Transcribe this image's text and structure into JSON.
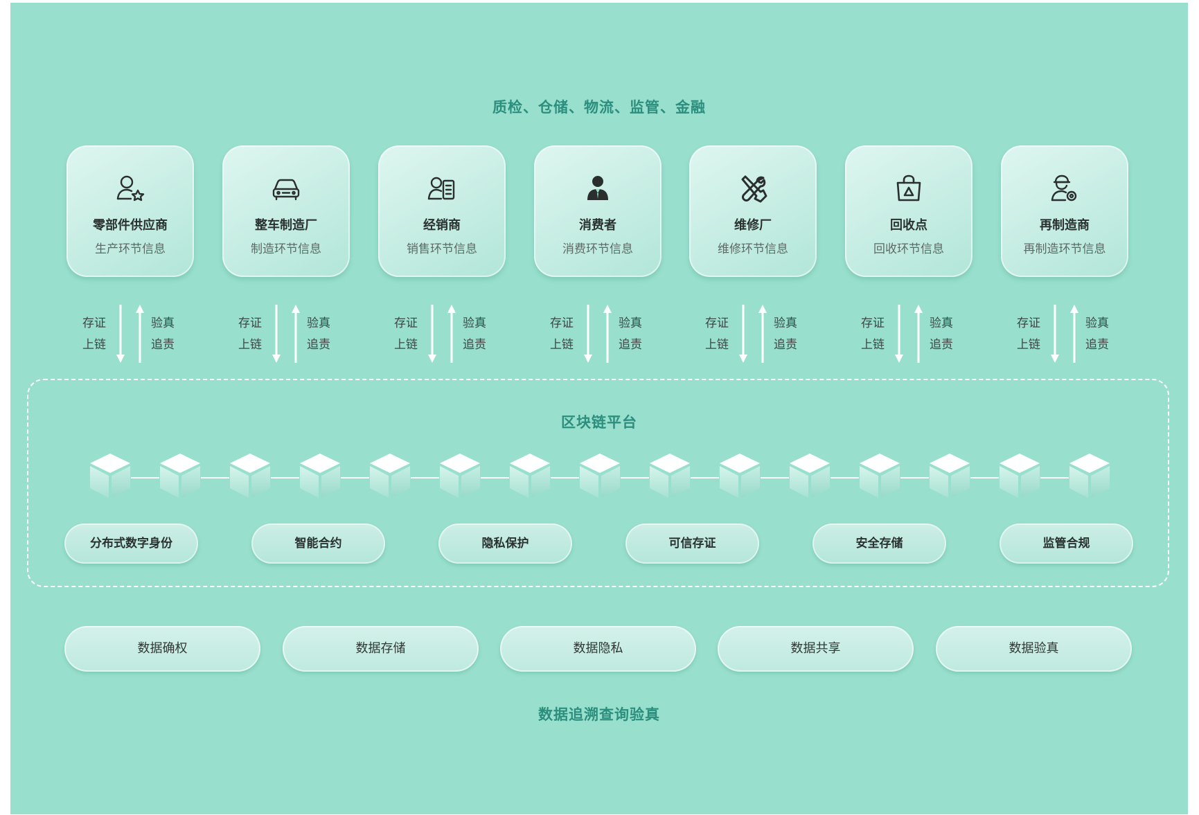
{
  "top_title": "质检、仓储、物流、监管、金融",
  "nodes": [
    {
      "name": "零部件供应商",
      "desc": "生产环节信息",
      "icon": "supplier-icon"
    },
    {
      "name": "整车制造厂",
      "desc": "制造环节信息",
      "icon": "car-icon"
    },
    {
      "name": "经销商",
      "desc": "销售环节信息",
      "icon": "dealer-icon"
    },
    {
      "name": "消费者",
      "desc": "消费环节信息",
      "icon": "consumer-icon"
    },
    {
      "name": "维修厂",
      "desc": "维修环节信息",
      "icon": "tools-icon"
    },
    {
      "name": "回收点",
      "desc": "回收环节信息",
      "icon": "recycle-bag-icon"
    },
    {
      "name": "再制造商",
      "desc": "再制造环节信息",
      "icon": "remanufacturer-icon"
    }
  ],
  "arrows": {
    "down_label_1": "存证",
    "down_label_2": "上链",
    "up_label_1": "验真",
    "up_label_2": "追责"
  },
  "platform_title": "区块链平台",
  "block_count": 15,
  "features": [
    "分布式数字身份",
    "智能合约",
    "隐私保护",
    "可信存证",
    "安全存储",
    "监管合规"
  ],
  "data_items": [
    "数据确权",
    "数据存储",
    "数据隐私",
    "数据共享",
    "数据验真"
  ],
  "bottom_title": "数据追溯查询验真",
  "colors": {
    "background": "#98dfcd",
    "accent_title": "#2c8e7d",
    "arrow": "#ffffff"
  }
}
